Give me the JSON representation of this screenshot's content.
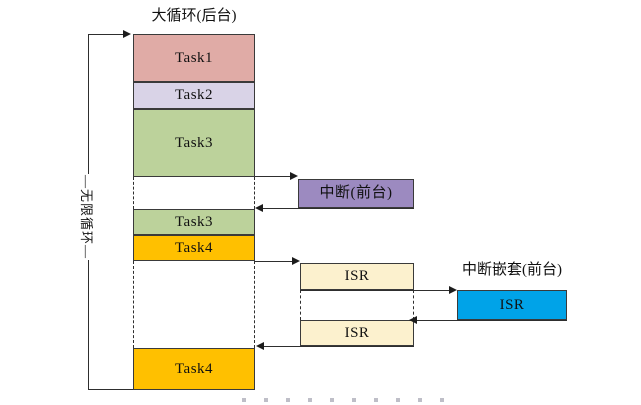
{
  "diagram": {
    "title": "大循环(后台)",
    "loop_label": "—无限循环—",
    "column_tasks": [
      {
        "label": "Task1"
      },
      {
        "label": "Task2"
      },
      {
        "label": "Task3"
      },
      {
        "label": "Task3"
      },
      {
        "label": "Task4"
      },
      {
        "label": "Task4"
      }
    ],
    "foreground": {
      "interrupt_label": "中断(前台)",
      "isr_top_label": "ISR",
      "isr_bottom_label": "ISR",
      "nested_title": "中断嵌套(前台)",
      "nested_isr_label": "ISR"
    },
    "colors": {
      "task1": "#E0ABA6",
      "task2": "#D9D3E7",
      "task3": "#BCD29B",
      "task4": "#FFC000",
      "interrupt": "#9C8AC0",
      "isr": "#FCF1CE",
      "nested_isr": "#00A3E8"
    }
  }
}
